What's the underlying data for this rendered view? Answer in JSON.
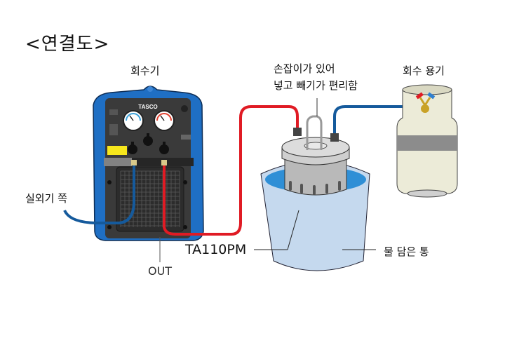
{
  "title": "<연결도>",
  "labels": {
    "recovery_unit": "회수기",
    "brand": "TASCO",
    "handle_line1": "손잡이가 있어",
    "handle_line2": "넣고 빼기가 편리함",
    "recovery_cylinder": "회수 용기",
    "outdoor_side": "실외기 쪽",
    "model": "TA110PM",
    "out_port": "OUT",
    "water_bucket": "물 담은 통"
  },
  "colors": {
    "unit_body": "#1f6fc4",
    "panel": "#3a3a3a",
    "hose_red": "#e01b24",
    "hose_blue": "#155a9c",
    "water": "#c5d9ee",
    "water_dark": "#2f8fd6",
    "cylinder": "#ecebd8",
    "cylinder_band": "#8c8c8c",
    "yellow_label": "#f7e71c"
  }
}
